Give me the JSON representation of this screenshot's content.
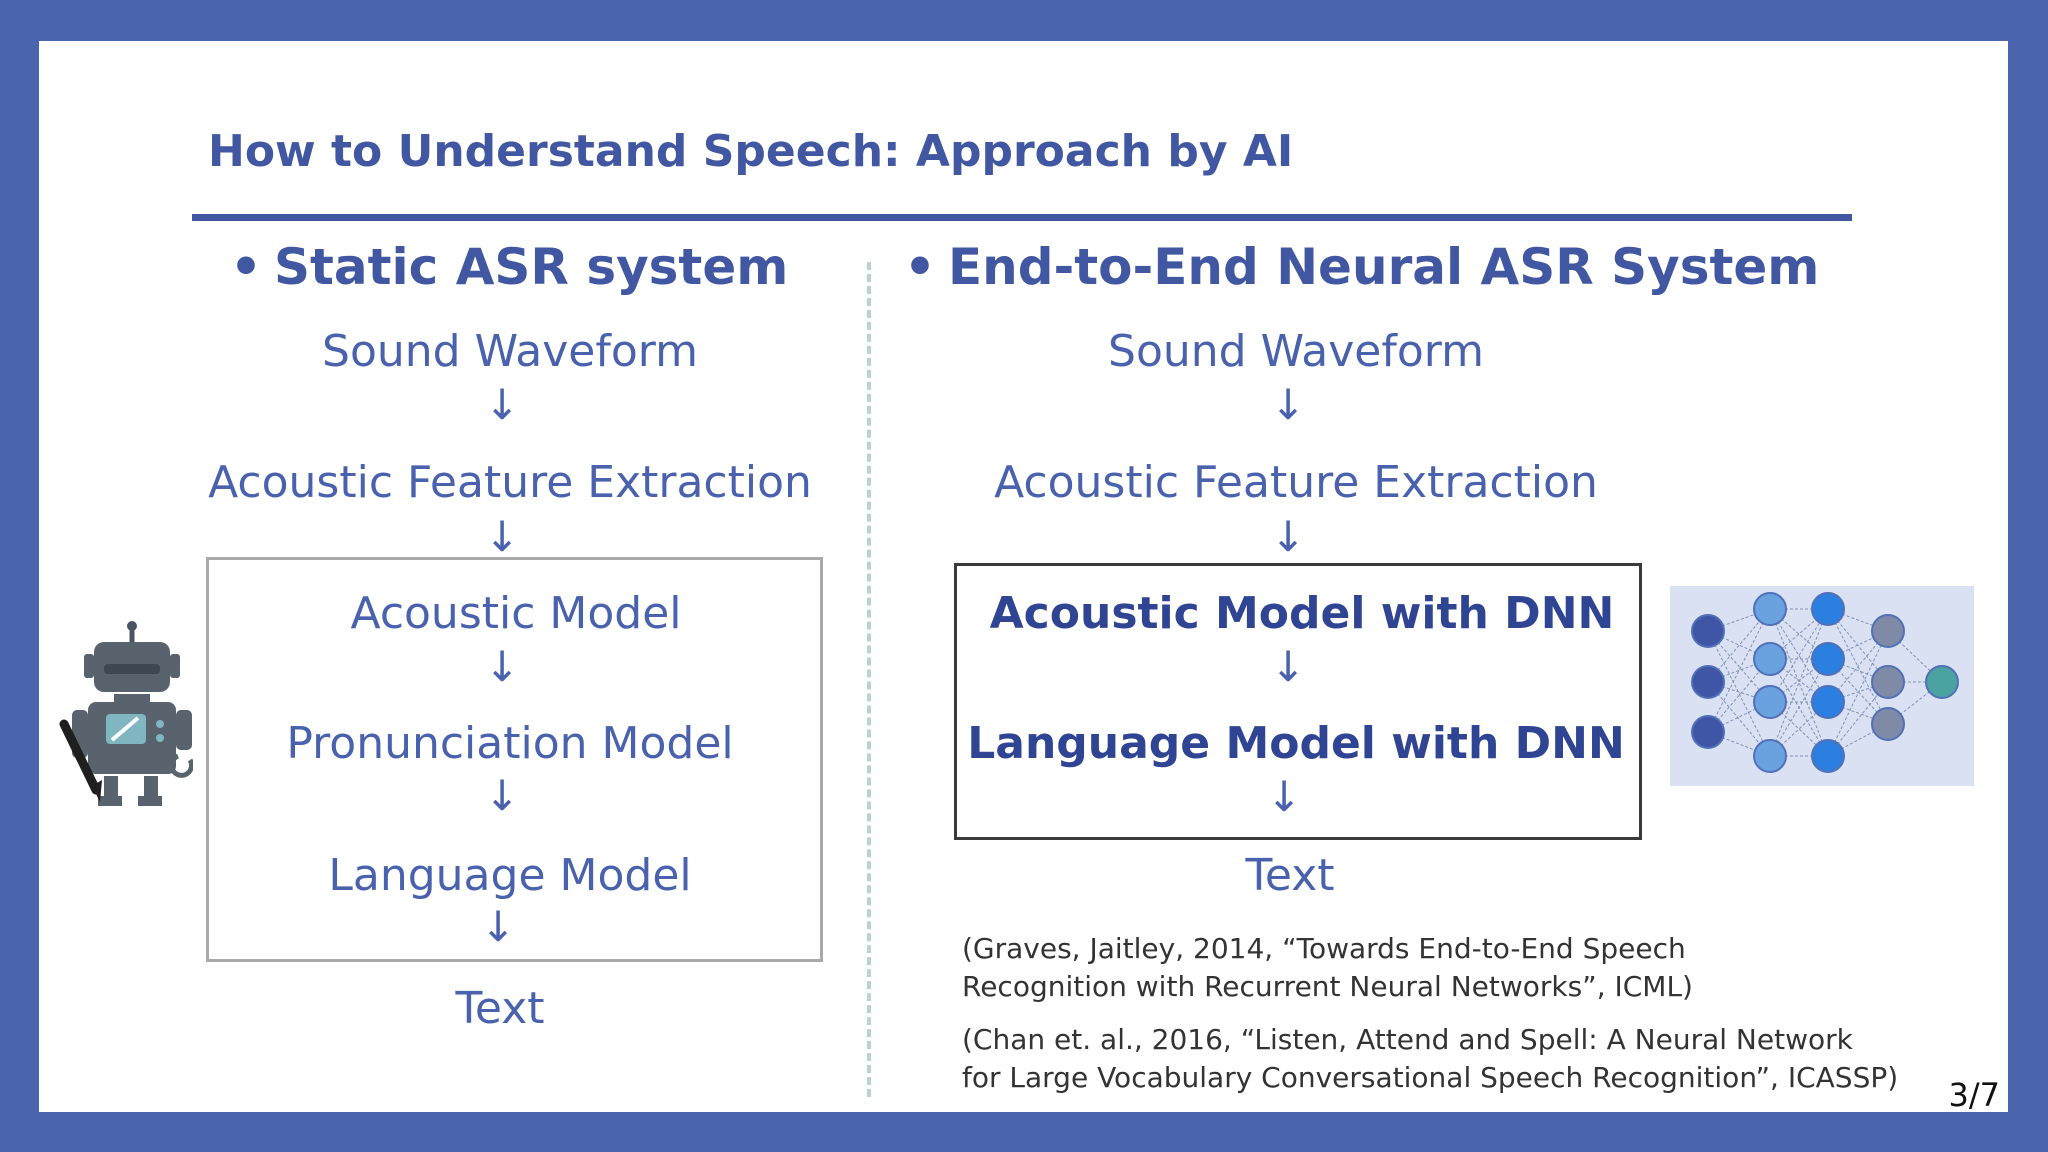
{
  "slide": {
    "title": "How to Understand Speech: Approach by AI",
    "page_number": "3/7"
  },
  "left": {
    "heading": "Static ASR system",
    "steps": [
      "Sound Waveform",
      "Acoustic Feature Extraction",
      "Acoustic Model",
      "Pronunciation Model",
      "Language Model",
      "Text"
    ],
    "arrow": "↓"
  },
  "right": {
    "heading": "End-to-End Neural ASR System",
    "steps": [
      "Sound Waveform",
      "Acoustic Feature Extraction",
      "Acoustic Model with DNN",
      "Language Model with DNN",
      "Text"
    ],
    "arrow": "↓"
  },
  "references": [
    {
      "line1": "(Graves, Jaitley, 2014, “Towards End-to-End Speech",
      "line2": "Recognition with Recurrent Neural Networks”, ICML)"
    },
    {
      "line1": "(Chan et. al., 2016, “Listen, Attend and Spell: A Neural Network",
      "line2": "for Large Vocabulary Conversational Speech Recognition”, ICASSP)"
    }
  ],
  "bullet": "•",
  "icons": {
    "robot": "robot-writing-icon",
    "network": "neural-network-diagram"
  },
  "colors": {
    "frame": "#4a65ad",
    "title": "#4157a2",
    "text": "#4a62ae",
    "divider": "#b7d4d2"
  }
}
